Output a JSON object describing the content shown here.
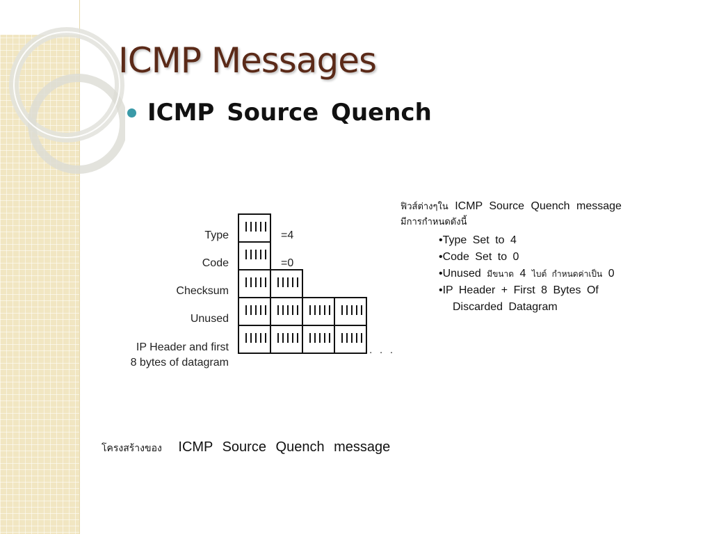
{
  "slide": {
    "title": "ICMP Messages",
    "bullet": "ICMP  Source  Quench"
  },
  "diagram": {
    "rows": [
      {
        "label": "Type",
        "cells": 1,
        "annotation": "=4"
      },
      {
        "label": "Code",
        "cells": 1,
        "annotation": "=0"
      },
      {
        "label": "Checksum",
        "cells": 2,
        "annotation": ""
      },
      {
        "label": "Unused",
        "cells": 4,
        "annotation": ""
      },
      {
        "label_line1": "IP Header and first",
        "label_line2": "8 bytes of datagram",
        "cells": 4,
        "annotation": ""
      }
    ],
    "continuation": ". . ."
  },
  "info": {
    "heading_thai": "ฟิวส์ต่างๆใน",
    "heading_text": "ICMP  Source  Quench  message",
    "heading_line2": "มีการกำหนดดังนี้",
    "items": [
      {
        "text": "•Type  Set  to  4"
      },
      {
        "text": "•Code  Set  to  0"
      },
      {
        "prefix": "•Unused",
        "middle": "มีขนาด",
        "num": "4",
        "suffix": "ไบต์  กำหนดค่าเป็น",
        "value": "0"
      },
      {
        "line1": "•IP  Header  +  First  8  Bytes  Of",
        "line2": "Discarded   Datagram"
      }
    ]
  },
  "caption": {
    "thai": "โครงสร้างของ",
    "text": "ICMP   Source   Quench   message"
  },
  "colors": {
    "title": "#5b2a18",
    "bullet": "#3a9aa8",
    "strip": "#f1e6c2"
  }
}
